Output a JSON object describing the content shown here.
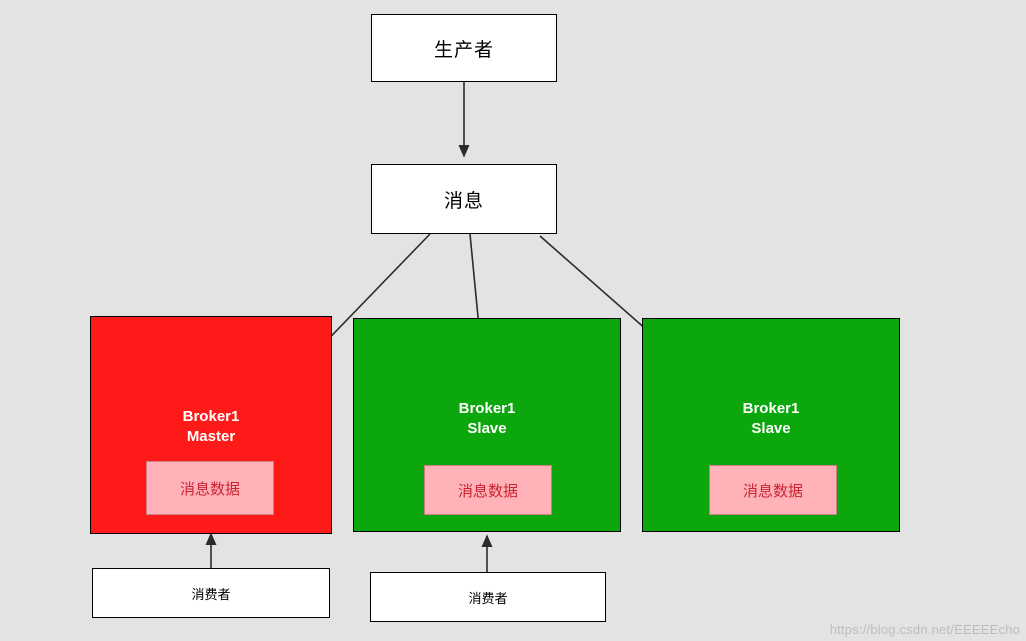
{
  "diagram": {
    "background_color": "#e3e3e3",
    "producer": {
      "label": "生产者"
    },
    "message": {
      "label": "消息"
    },
    "brokers": [
      {
        "id": "broker-master",
        "title": "Broker1\nMaster",
        "color": "#ff1a1a",
        "role": "Master",
        "data_box": {
          "label": "消息数据",
          "color": "#ffb3b8"
        }
      },
      {
        "id": "broker-slave-1",
        "title": "Broker1\nSlave",
        "color": "#0ca70c",
        "role": "Slave",
        "data_box": {
          "label": "消息数据",
          "color": "#ffb3b8"
        }
      },
      {
        "id": "broker-slave-2",
        "title": "Broker1\nSlave",
        "color": "#0ca70c",
        "role": "Slave",
        "data_box": {
          "label": "消息数据",
          "color": "#ffb3b8"
        }
      }
    ],
    "consumers": [
      {
        "label": "消费者"
      },
      {
        "label": "消费者"
      }
    ],
    "watermark": "https://blog.csdn.net/EEEEEcho"
  }
}
